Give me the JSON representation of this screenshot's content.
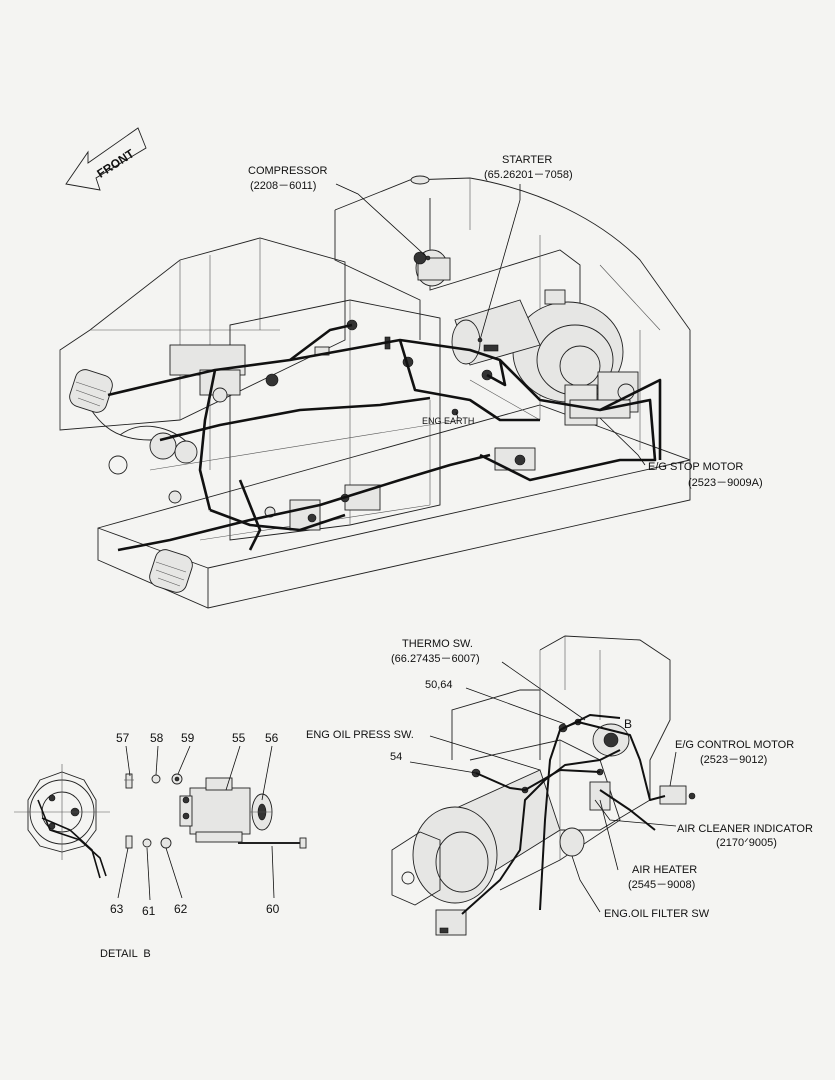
{
  "front_arrow": {
    "label": "FRONT"
  },
  "top_view": {
    "compressor": {
      "name": "COMPRESSOR",
      "part_no": "(2208－6011)"
    },
    "starter": {
      "name": "STARTER",
      "part_no": "(65.26201－7058)"
    },
    "eng_earth": {
      "name": "ENG EARTH"
    },
    "stop_motor": {
      "name": "E/G STOP MOTOR",
      "part_no": "(2523－9009A)"
    }
  },
  "engine_view": {
    "thermo_sw": {
      "name": "THERMO SW.",
      "part_no": "(66.27435－6007)"
    },
    "ref_50_64": "50,64",
    "oil_press_sw": {
      "name": "ENG OIL PRESS SW."
    },
    "ref_54": "54",
    "detail_mark": "B",
    "control_motor": {
      "name": "E/G CONTROL MOTOR",
      "part_no": "(2523－9012)"
    },
    "air_cleaner": {
      "name": "AIR CLEANER INDICATOR",
      "part_no": "(2170ᐟ9005)"
    },
    "air_heater": {
      "name": "AIR HEATER",
      "part_no": "(2545－9008)"
    },
    "oil_filter_sw": {
      "name": "ENG.OIL FILTER SW"
    }
  },
  "detail_b": {
    "title": "DETAIL  B",
    "top_numbers": [
      "57",
      "58",
      "59",
      "55",
      "56"
    ],
    "bottom_numbers": [
      "63",
      "61",
      "62",
      "60"
    ]
  }
}
